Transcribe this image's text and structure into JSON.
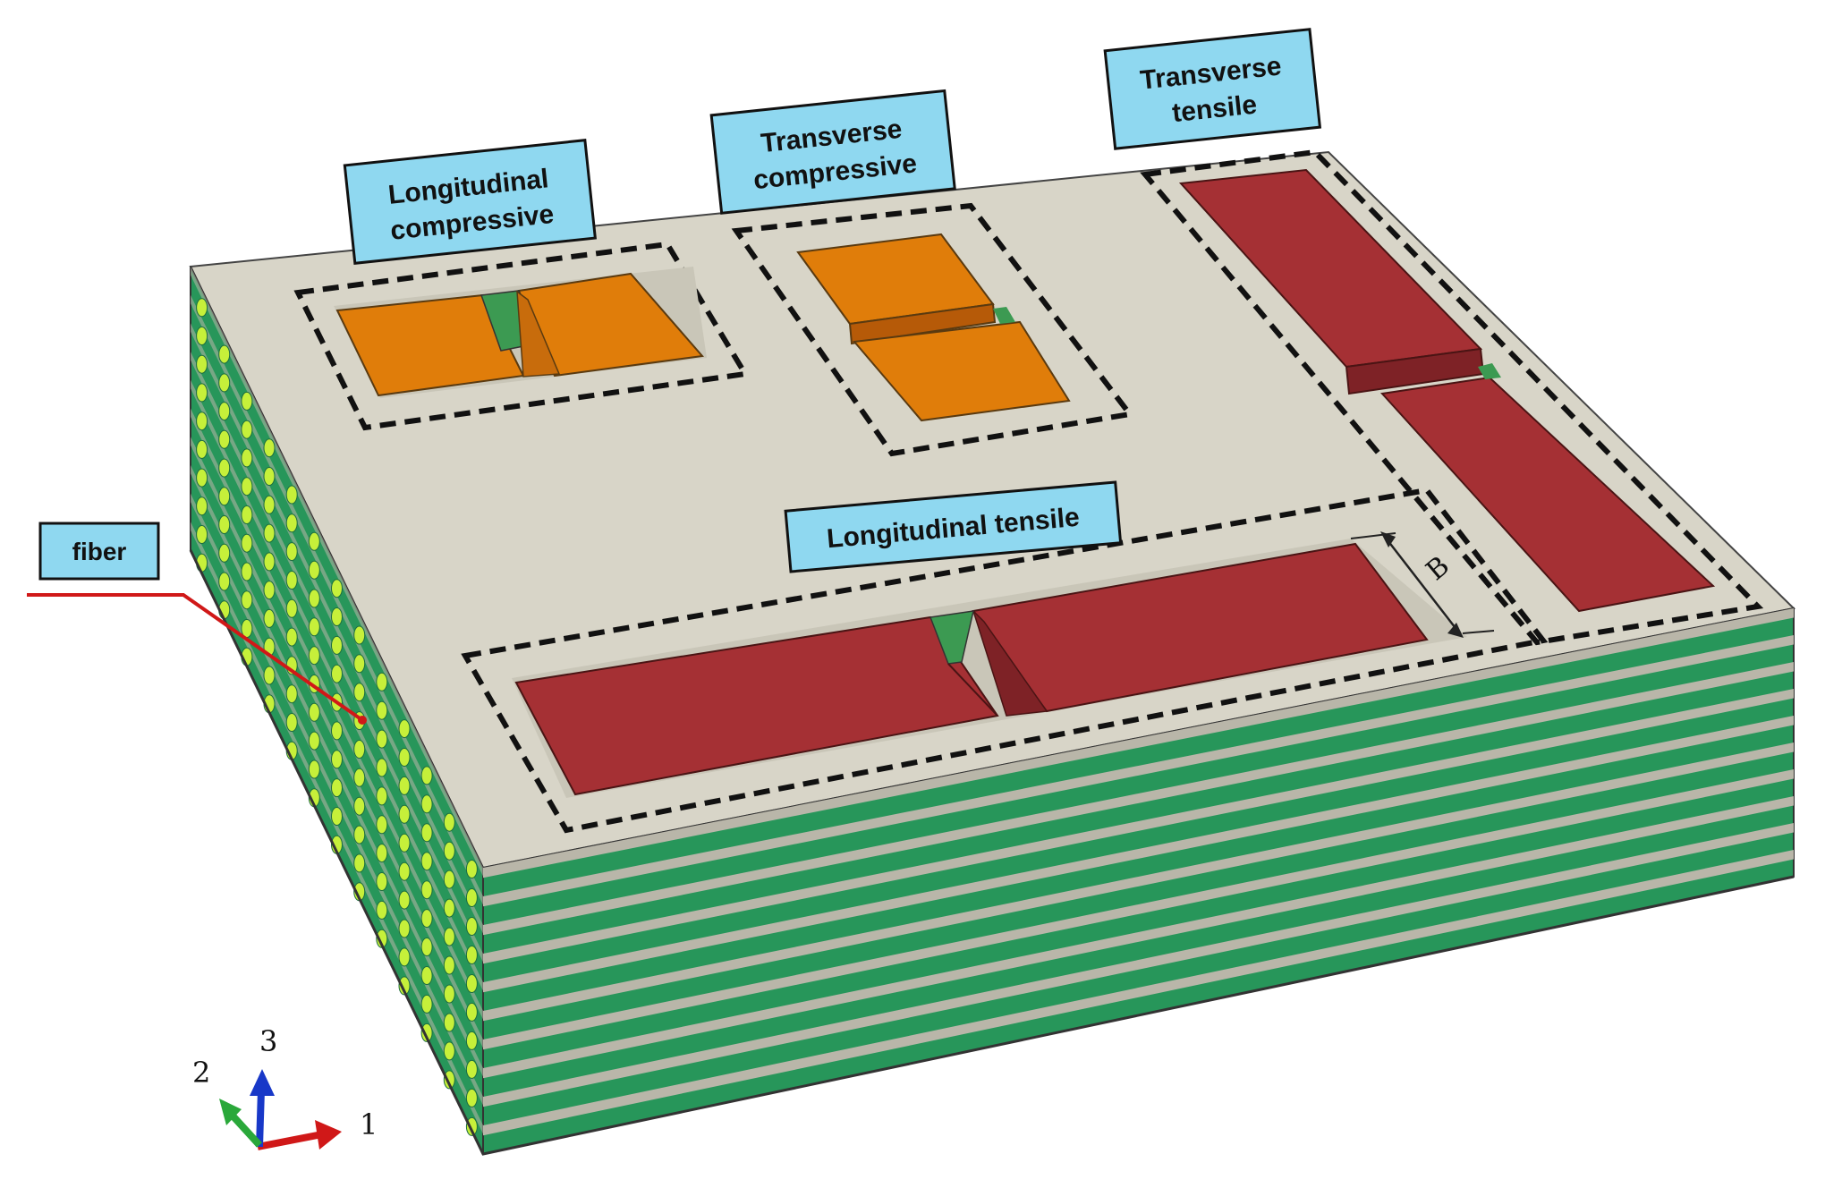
{
  "labels": {
    "longitudinal_compressive": [
      "Longitudinal",
      "compressive"
    ],
    "transverse_compressive": [
      "Transverse",
      "compressive"
    ],
    "transverse_tensile": [
      "Transverse",
      "tensile"
    ],
    "longitudinal_tensile": "Longitudinal tensile",
    "fiber": "fiber",
    "dimension": "B"
  },
  "axes": {
    "x": "1",
    "y": "2",
    "z": "3"
  },
  "colors": {
    "top_surface": "#d8d5c8",
    "side_matrix": "#b9b6a9",
    "layer_green": "#27965a",
    "fiber_dot": "#c6f03a",
    "specimen_orange": "#e07d0a",
    "specimen_red": "#a53034",
    "label_fill": "#8fd8f0",
    "pointer_red": "#d01818",
    "axis_1": "#d01818",
    "axis_2": "#2aa83a",
    "axis_3": "#1838c8"
  }
}
